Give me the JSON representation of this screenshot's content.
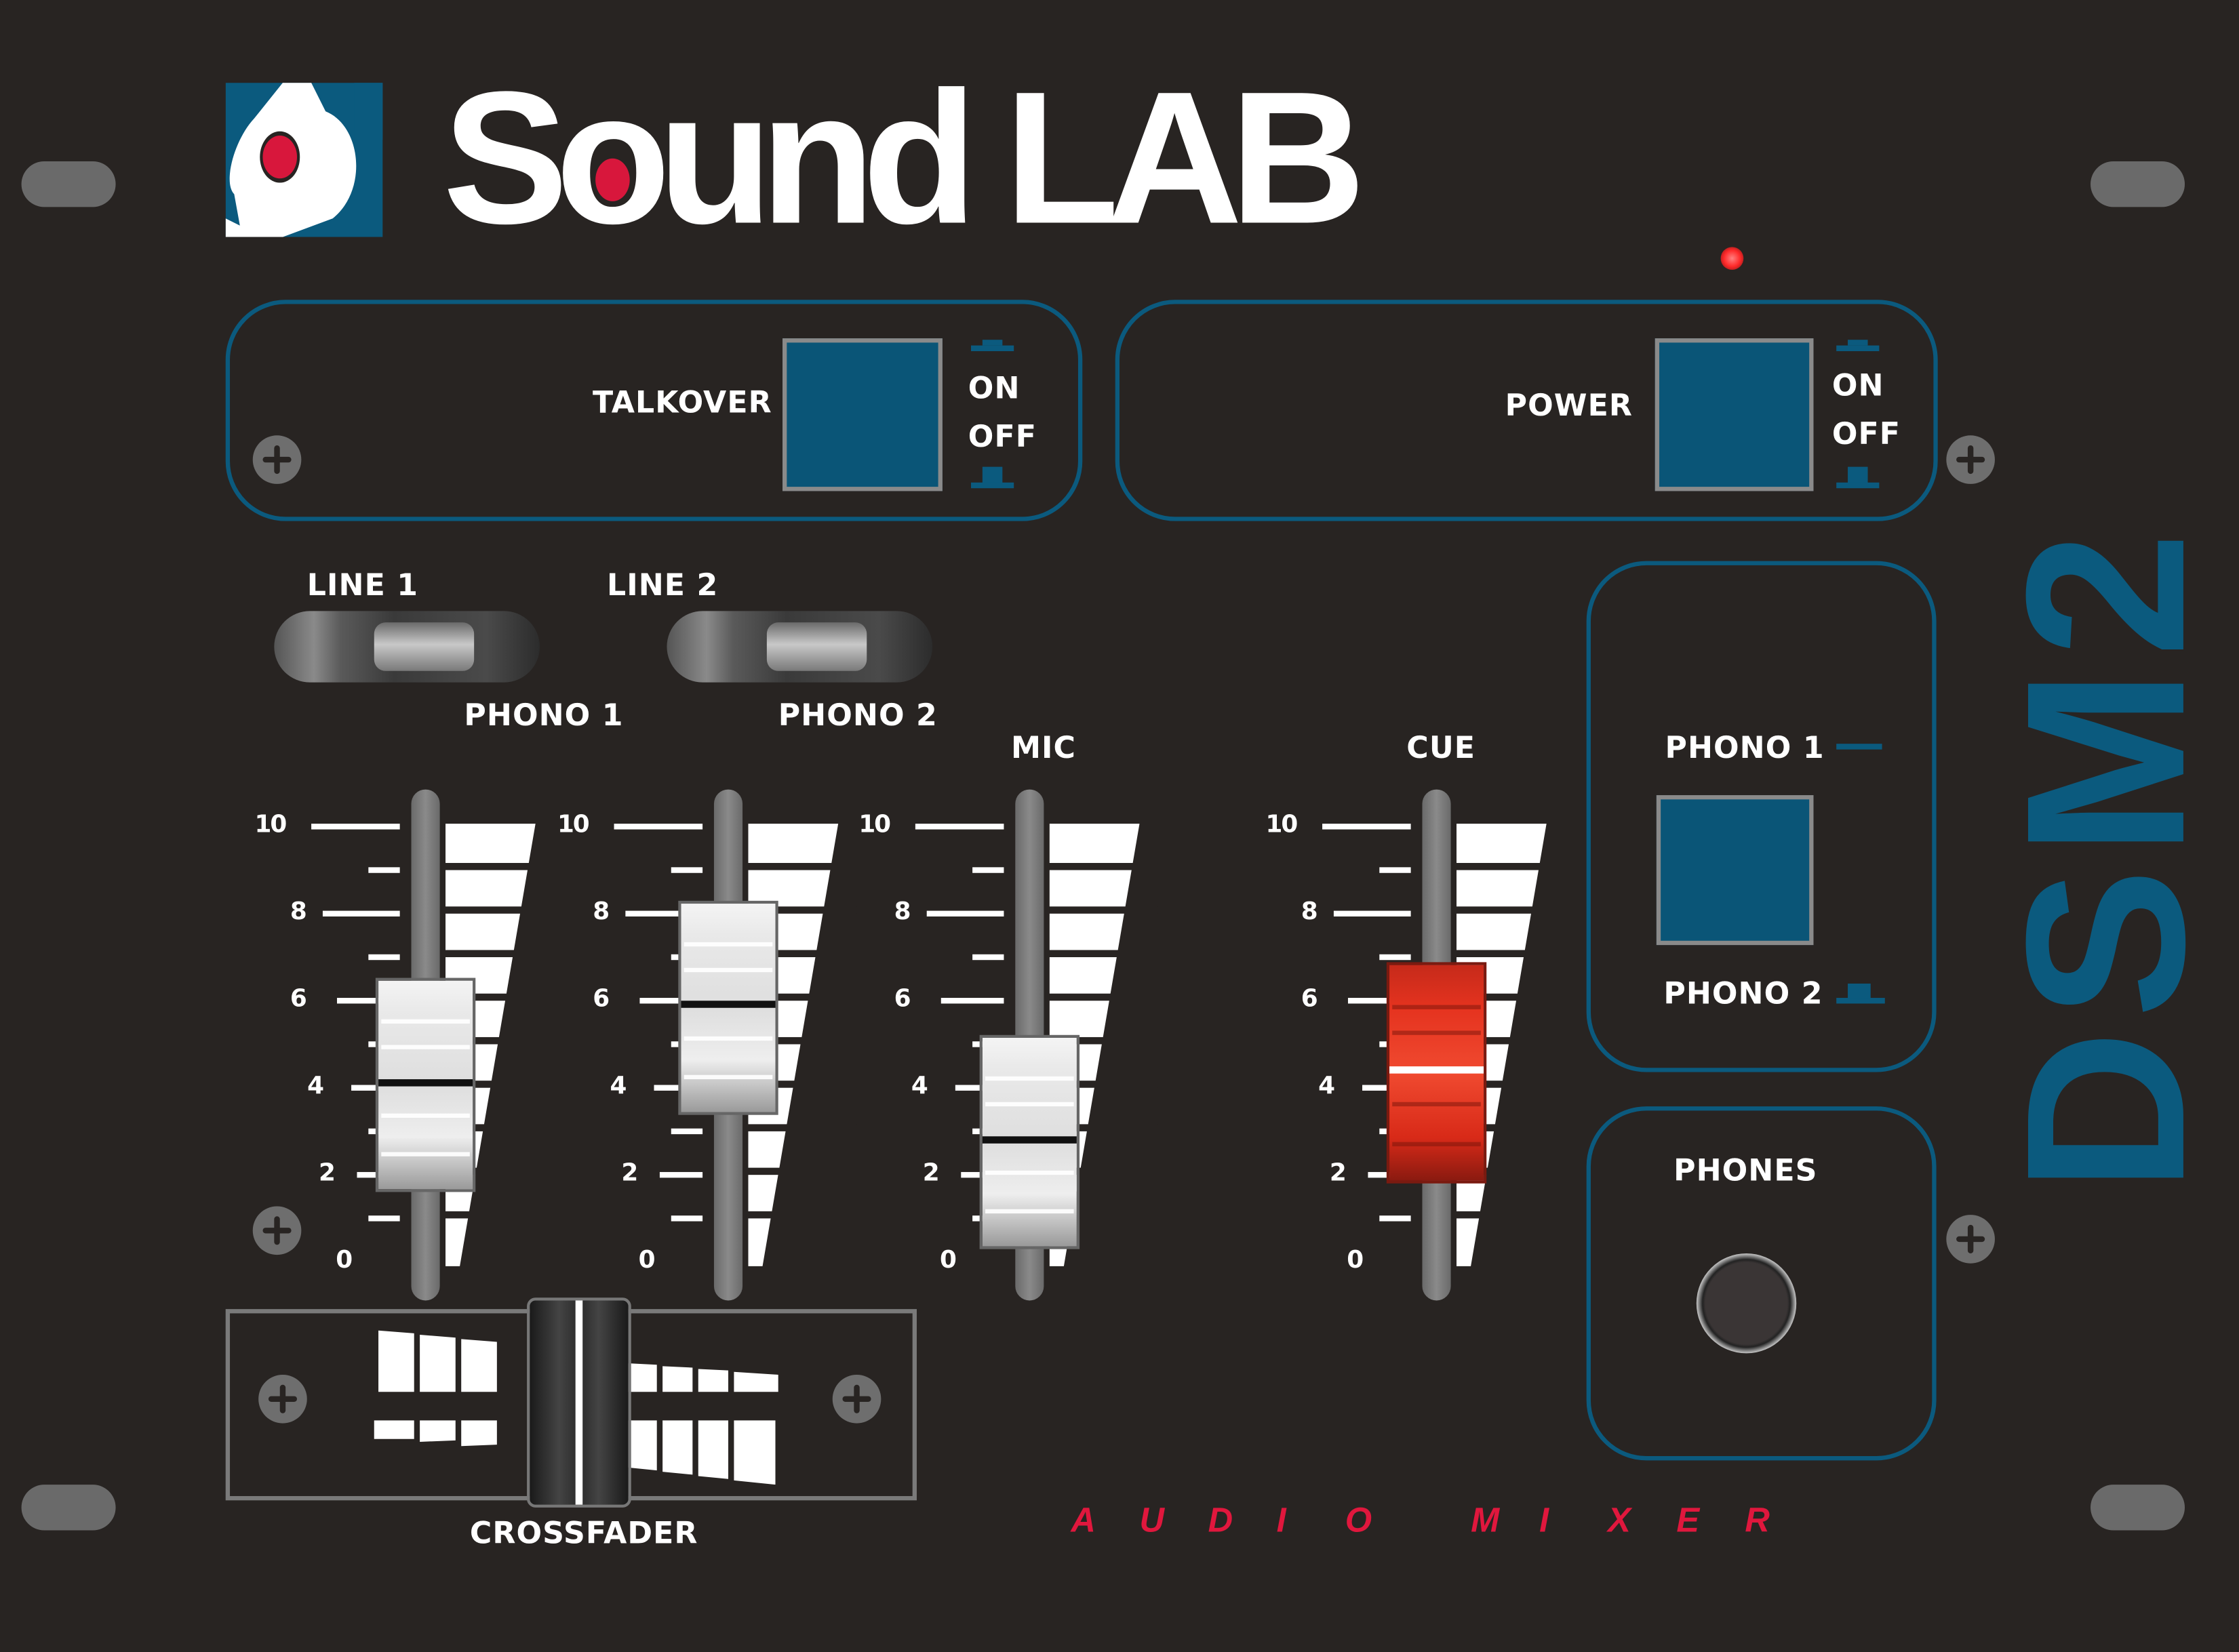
{
  "brand": {
    "name": "Sound LAB",
    "model": "DSM2",
    "subtitle": "AUDIO MIXER",
    "logo_blue": "#0b5a7e",
    "logo_red": "#d8173c"
  },
  "talkover": {
    "label": "TALKOVER",
    "on_label": "ON",
    "off_label": "OFF",
    "state": "off"
  },
  "power": {
    "label": "POWER",
    "on_label": "ON",
    "off_label": "OFF",
    "state": "on",
    "led_color": "#ff2a2a"
  },
  "input_switches": [
    {
      "top_label": "LINE 1",
      "bottom_label": "PHONO 1",
      "position": "PHONO 1"
    },
    {
      "top_label": "LINE 2",
      "bottom_label": "PHONO 2",
      "position": "PHONO 2"
    }
  ],
  "scale_labels": [
    "10",
    "8",
    "6",
    "4",
    "2",
    "0"
  ],
  "faders": [
    {
      "id": "ch1",
      "label": "",
      "value": 4.2,
      "color": "white"
    },
    {
      "id": "ch2",
      "label": "",
      "value": 6.0,
      "color": "white"
    },
    {
      "id": "mic",
      "label": "MIC",
      "value": 2.9,
      "color": "white"
    },
    {
      "id": "cue",
      "label": "CUE",
      "value": 4.5,
      "color": "red"
    }
  ],
  "crossfader": {
    "label": "CROSSFADER",
    "position": 0.5
  },
  "cue_select": {
    "top_label": "PHONO 1",
    "bottom_label": "PHONO 2",
    "state": "PHONO 2"
  },
  "phones": {
    "label": "PHONES"
  }
}
